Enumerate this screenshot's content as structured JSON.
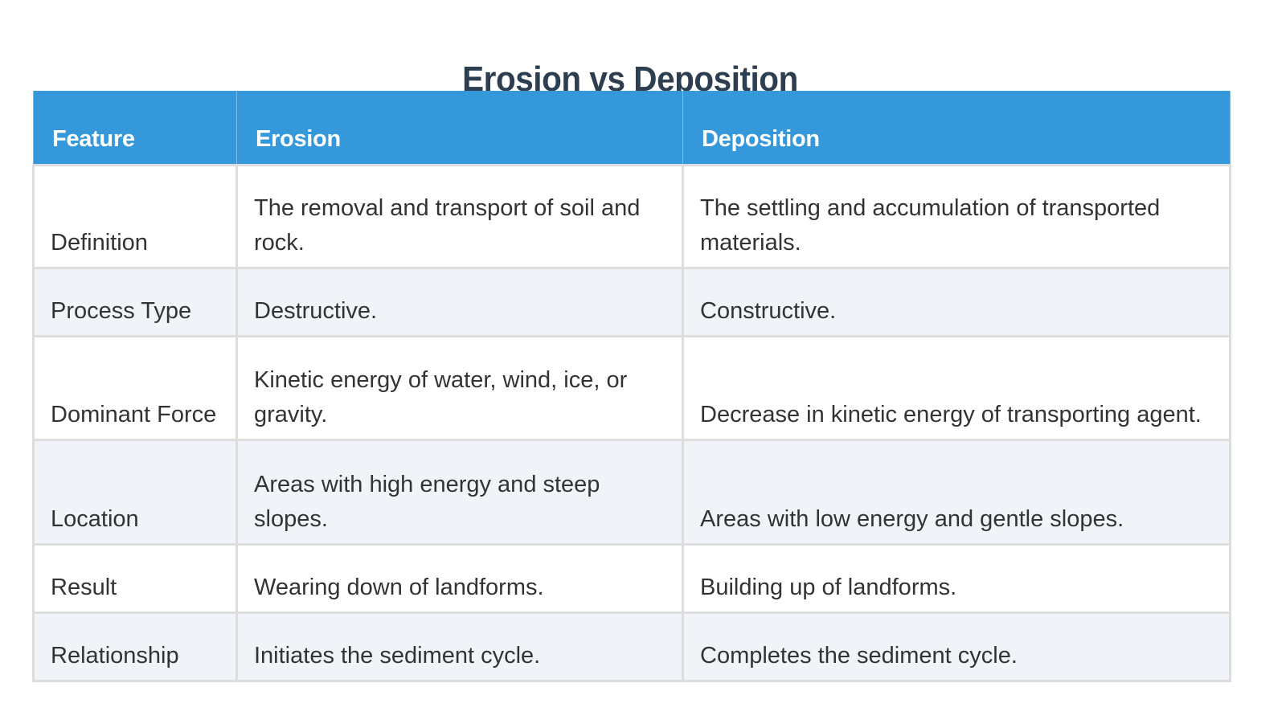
{
  "title": "Erosion vs Deposition",
  "table": {
    "headers": [
      "Feature",
      "Erosion",
      "Deposition"
    ],
    "rows": [
      {
        "feature": "Definition",
        "erosion": "The removal and transport of soil and rock.",
        "deposition": "The settling and accumulation of transported materials."
      },
      {
        "feature": "Process Type",
        "erosion": "Destructive.",
        "deposition": "Constructive."
      },
      {
        "feature": "Dominant Force",
        "erosion": "Kinetic energy of water, wind, ice, or gravity.",
        "deposition": "Decrease in kinetic energy of transporting agent."
      },
      {
        "feature": "Location",
        "erosion": "Areas with high energy and steep slopes.",
        "deposition": "Areas with low energy and gentle slopes."
      },
      {
        "feature": "Result",
        "erosion": "Wearing down of landforms.",
        "deposition": "Building up of landforms."
      },
      {
        "feature": "Relationship",
        "erosion": "Initiates the sediment cycle.",
        "deposition": "Completes the sediment cycle."
      }
    ]
  },
  "colors": {
    "title": "#2c3e50",
    "header_bg": "#3498db",
    "header_text": "#ffffff",
    "row_alt_bg": "#f0f4f9",
    "border": "#dddddd",
    "body_text": "#333333"
  }
}
